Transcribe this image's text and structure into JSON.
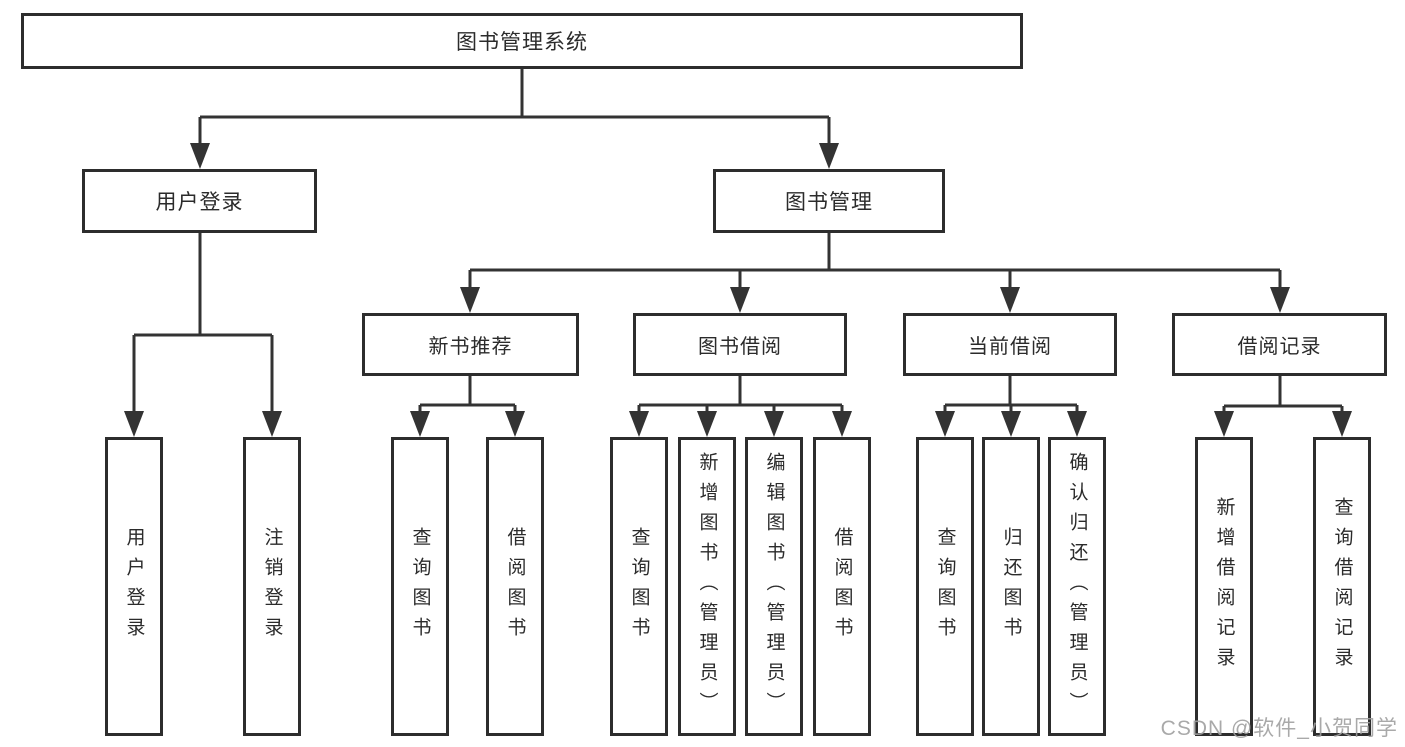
{
  "diagram": {
    "root": {
      "label": "图书管理系统"
    },
    "branches": [
      {
        "label": "用户登录",
        "children": [
          "用户登录",
          "注销登录"
        ]
      },
      {
        "label": "图书管理",
        "children": [
          {
            "label": "新书推荐",
            "children": [
              "查询图书",
              "借阅图书"
            ]
          },
          {
            "label": "图书借阅",
            "children": [
              "查询图书",
              "新增图书（管理员）",
              "编辑图书（管理员）",
              "借阅图书"
            ]
          },
          {
            "label": "当前借阅",
            "children": [
              "查询图书",
              "归还图书",
              "确认归还（管理员）"
            ]
          },
          {
            "label": "借阅记录",
            "children": [
              "新增借阅记录",
              "查询借阅记录"
            ]
          }
        ]
      }
    ]
  },
  "watermark": {
    "label": "CSDN @软件_小贺同学",
    "color": "#a0a0a0"
  },
  "colors": {
    "line": "#333333",
    "box_border": "#2d2d2d",
    "text": "#2b2b2b",
    "background": "#ffffff"
  }
}
